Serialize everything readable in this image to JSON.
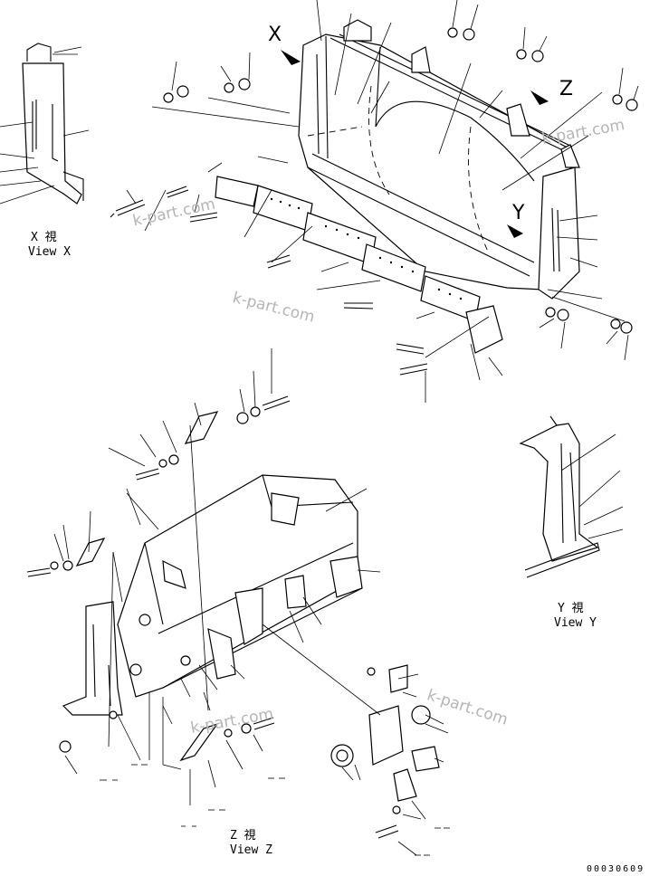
{
  "views": {
    "x": {
      "marker": "X",
      "jp": "X 視",
      "en": "View X"
    },
    "y": {
      "marker": "Y",
      "jp": "Y 視",
      "en": "View Y"
    },
    "z": {
      "marker": "Z",
      "jp": "Z 視",
      "en": "View Z"
    }
  },
  "watermarks": [
    "k-part.com",
    "k-part.com",
    "k-part.com",
    "k-part.com",
    "k-part.com"
  ],
  "drawing_number": "00030609"
}
